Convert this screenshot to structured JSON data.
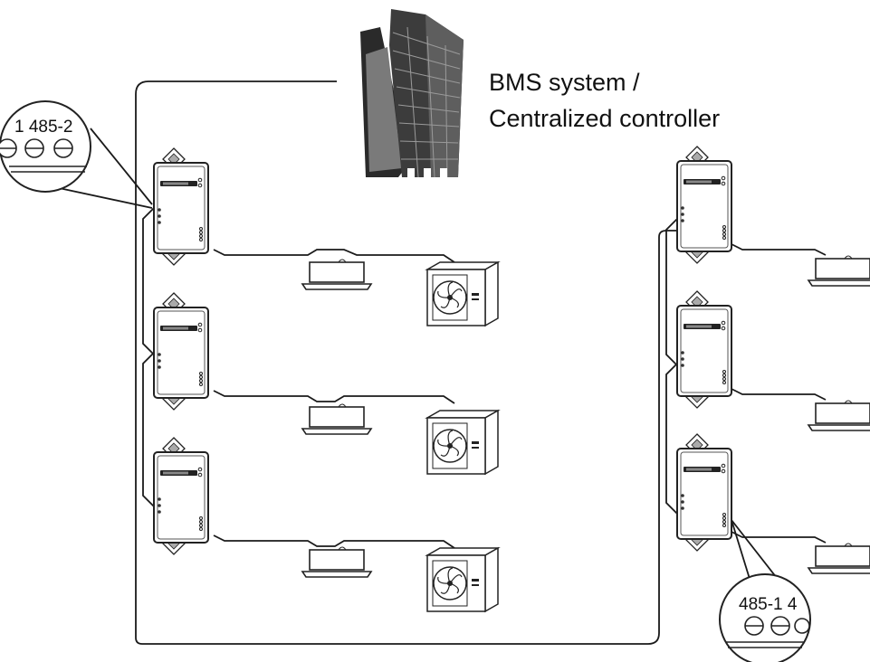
{
  "labels": {
    "bms_line1": "BMS system /",
    "bms_line2": "Centralized controller",
    "top_left_terminal": "1  485-2",
    "bottom_right_terminal": "485-1  4"
  },
  "colors": {
    "line": "#1a1a1a",
    "building_dark": "#3a3a3a",
    "building_mid": "#6e6e6e",
    "building_light": "#b4b4b4"
  }
}
